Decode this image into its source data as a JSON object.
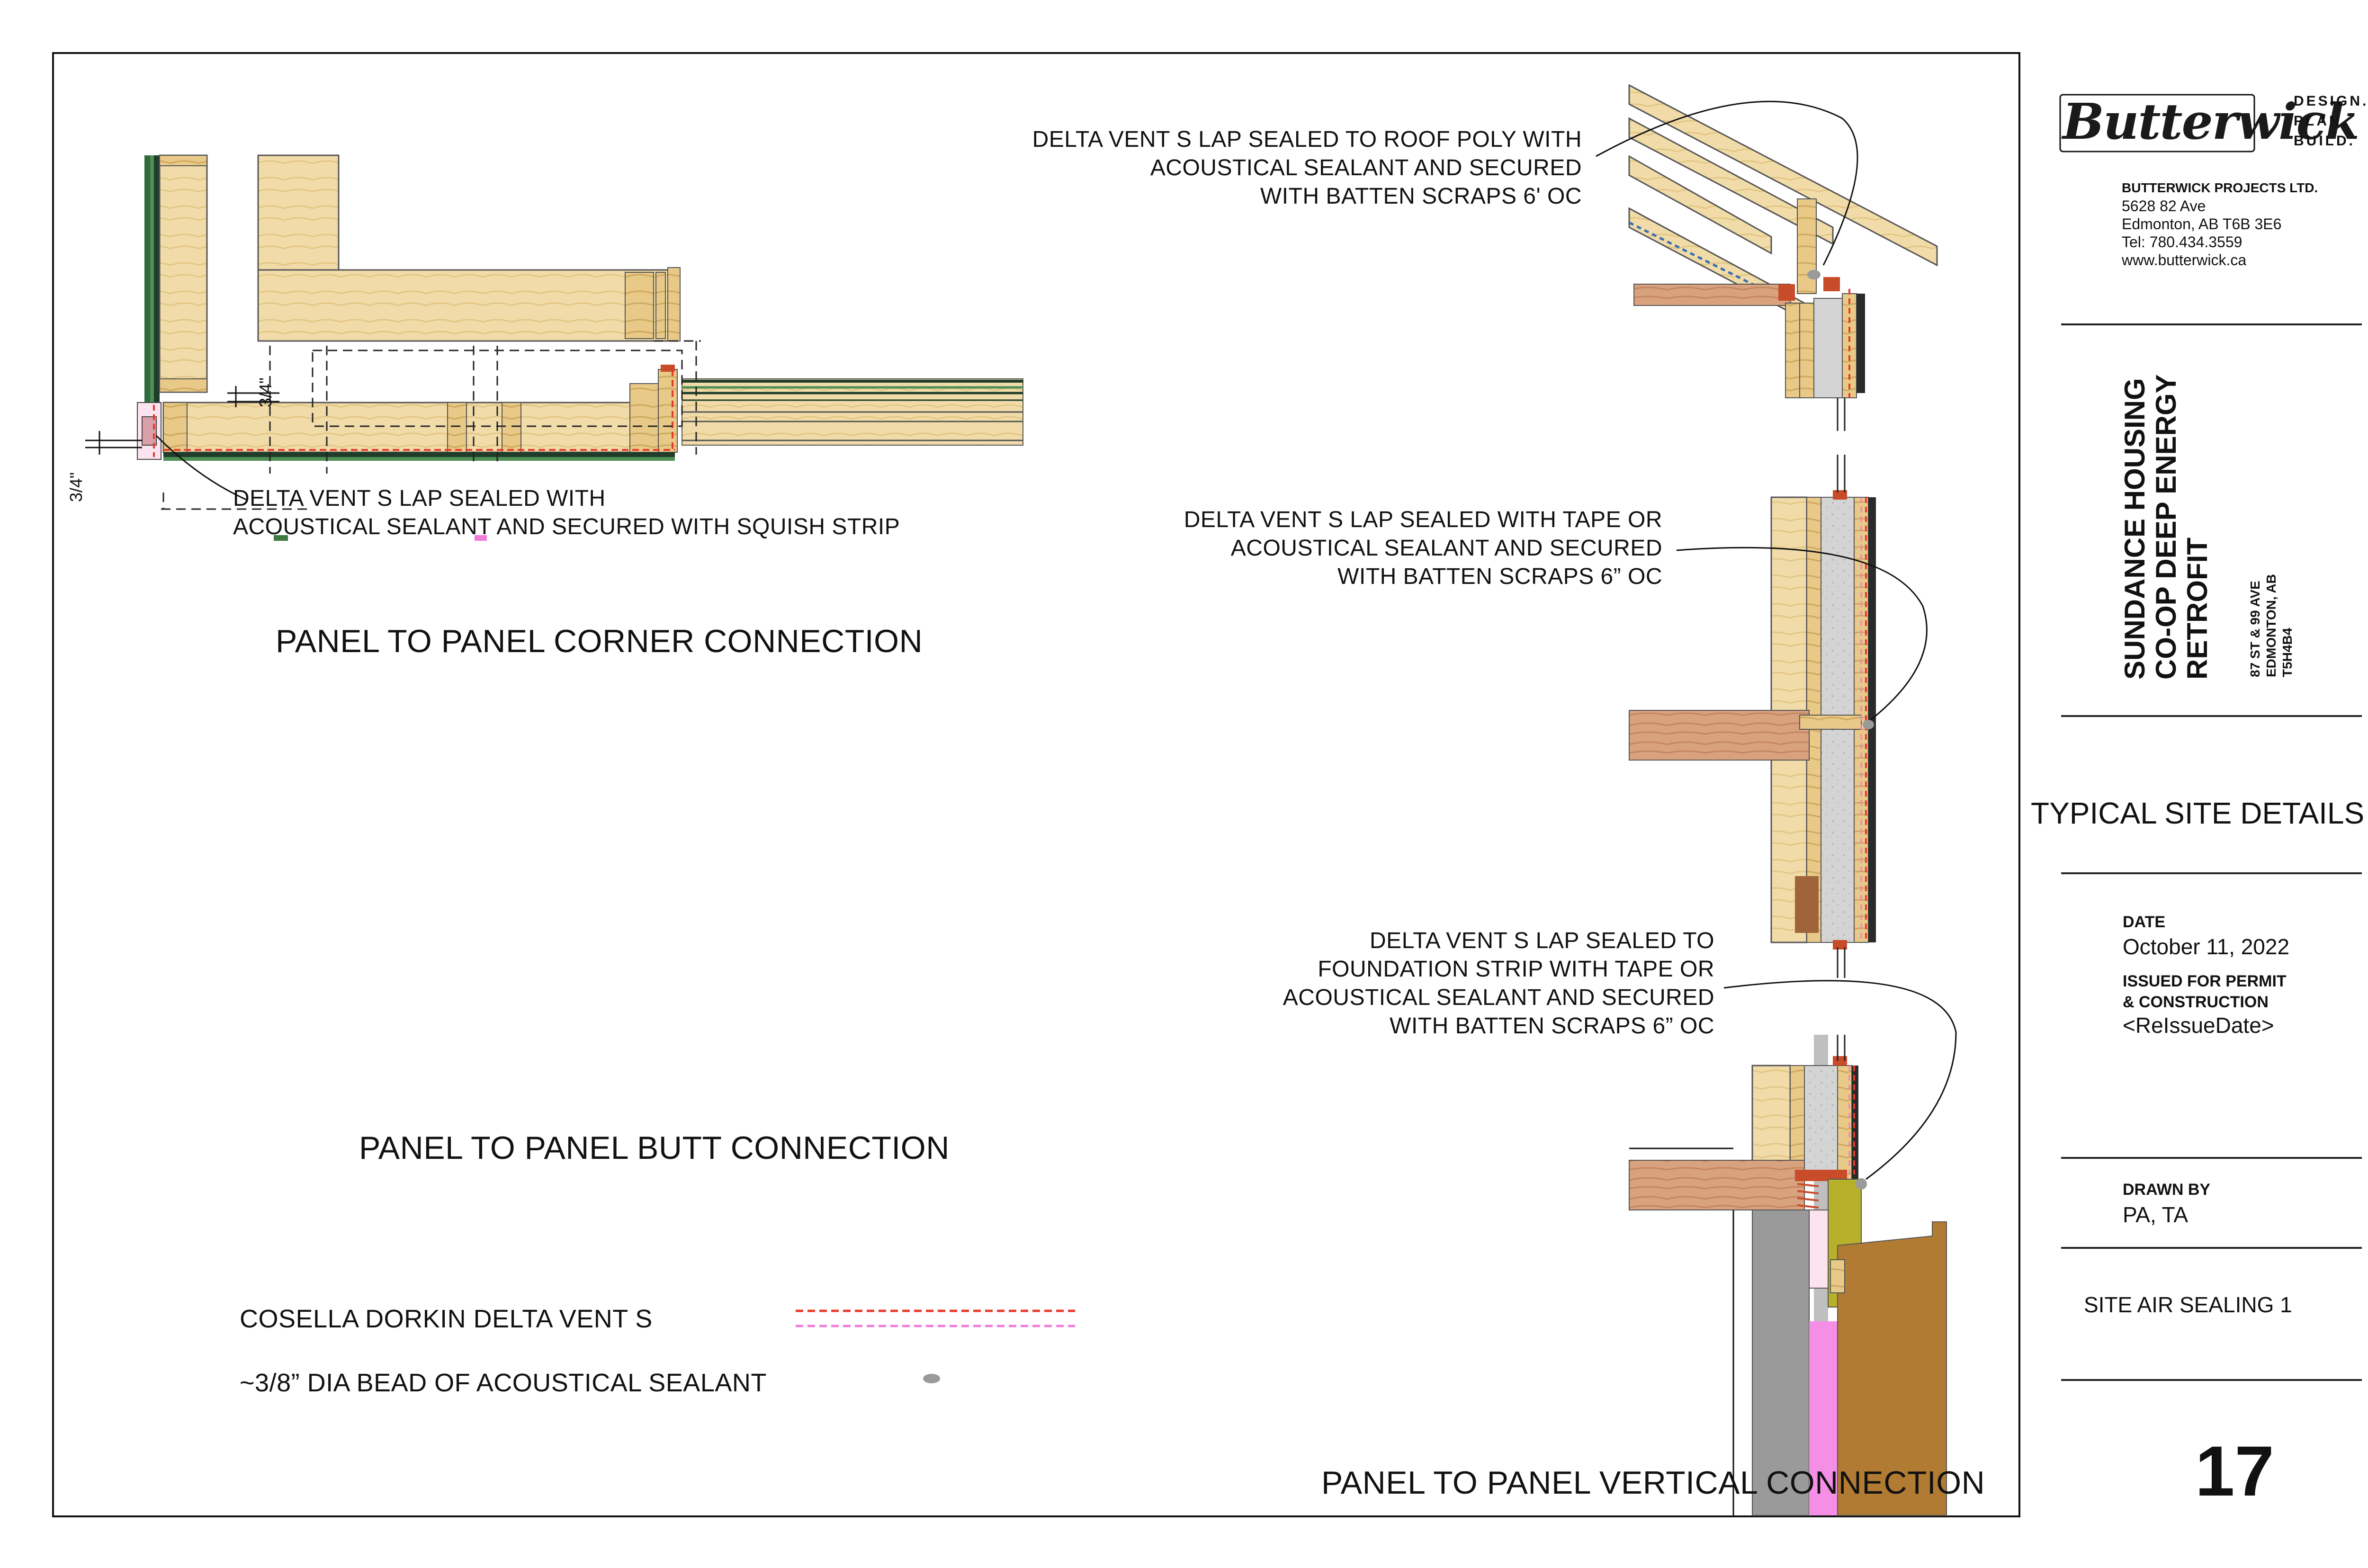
{
  "notes": {
    "corner_callout": [
      "DELTA VENT S LAP SEALED WITH",
      "ACOUSTICAL SEALANT AND SECURED WITH SQUISH STRIP"
    ],
    "roof_callout": [
      "DELTA VENT S LAP SEALED TO ROOF POLY WITH",
      "ACOUSTICAL SEALANT AND SECURED",
      "WITH BATTEN SCRAPS 6' OC"
    ],
    "mid_callout": [
      "DELTA VENT S LAP SEALED WITH TAPE OR",
      "ACOUSTICAL SEALANT AND SECURED",
      "WITH BATTEN SCRAPS 6” OC"
    ],
    "foundation_callout": [
      "DELTA VENT S LAP SEALED TO",
      "FOUNDATION STRIP WITH TAPE OR",
      "ACOUSTICAL SEALANT AND SECURED",
      "WITH BATTEN SCRAPS 6” OC"
    ],
    "dim_a": "3/4\"",
    "dim_b": "3/4\""
  },
  "detail_titles": {
    "corner": "PANEL TO PANEL CORNER CONNECTION",
    "butt": "PANEL TO PANEL BUTT CONNECTION",
    "vertical": "PANEL TO PANEL VERTICAL CONNECTION"
  },
  "legend": {
    "membrane_label": "COSELLA DORKIN DELTA VENT S",
    "sealant_label": "~3/8” DIA BEAD OF ACOUSTICAL SEALANT",
    "membrane_color_red": "#e8392b",
    "membrane_color_pink": "#f07ad8",
    "sealant_color": "#9a9a9a"
  },
  "title_block": {
    "logo_word": "Butterwick",
    "logo_tag": [
      "DESIGN.",
      "PLAN.",
      "BUILD."
    ],
    "company": "BUTTERWICK PROJECTS LTD.",
    "address": [
      "5628 82 Ave",
      "Edmonton, AB T6B 3E6",
      "Tel: 780.434.3559",
      "www.butterwick.ca"
    ],
    "project_name": [
      "SUNDANCE HOUSING",
      "CO-OP DEEP ENERGY",
      "RETROFIT"
    ],
    "project_address": [
      "87 ST & 99 AVE",
      "EDMONTON, AB",
      "T5H4B4"
    ],
    "sheet_title": "TYPICAL SITE DETAILS",
    "date_label": "DATE",
    "date_value": "October 11, 2022",
    "issued_label": [
      "ISSUED FOR PERMIT",
      "& CONSTRUCTION"
    ],
    "reissue_value": "<ReIssueDate>",
    "drawn_label": "DRAWN BY",
    "drawn_value": "PA, TA",
    "sheet_name": "SITE AIR SEALING 1",
    "sheet_number": "17"
  }
}
